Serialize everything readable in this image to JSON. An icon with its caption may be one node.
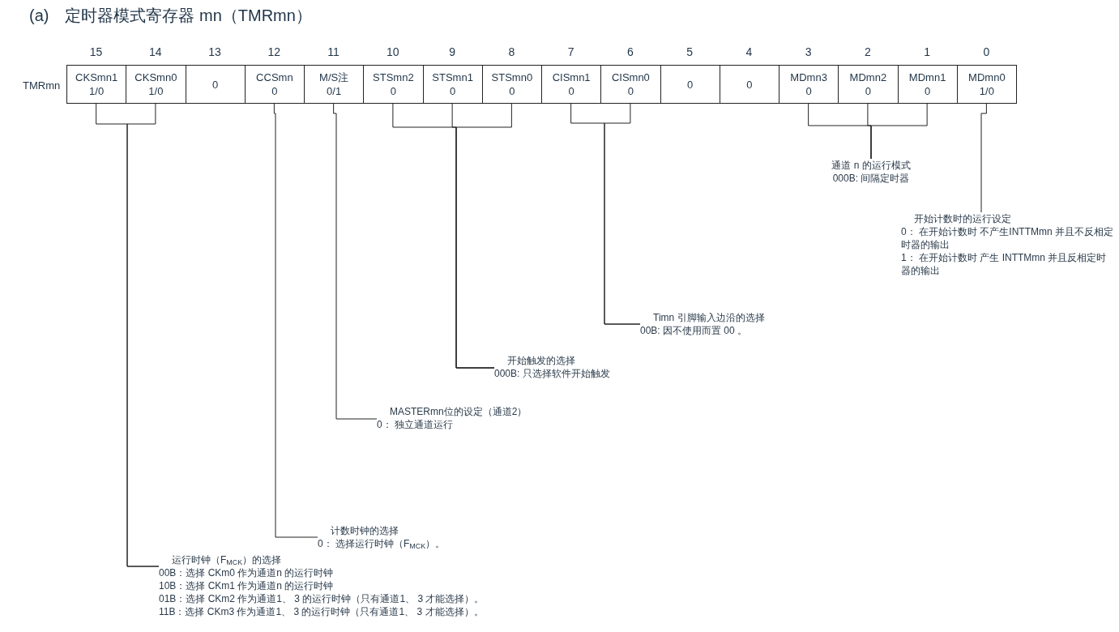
{
  "diagram": {
    "title": "(a)　定时器模式寄存器 mn（TMRmn）",
    "nodes": [
      {
        "text": [
          "CKSmn1",
          "1/0"
        ],
        "beside": [
          "15"
        ]
      },
      {
        "text": [
          "CKSmn0",
          "1/0"
        ],
        "beside": [
          "14"
        ]
      },
      {
        "text": [
          "0"
        ],
        "beside": [
          "13"
        ]
      },
      {
        "text": [
          "CCSmn",
          "0"
        ],
        "beside": [
          "12"
        ]
      },
      {
        "text": [
          "M/S注",
          "0/1"
        ],
        "beside": [
          "11"
        ]
      },
      {
        "text": [
          "STSmn2",
          "0"
        ],
        "beside": [
          "10"
        ]
      },
      {
        "text": [
          "STSmn1",
          "0"
        ],
        "beside": [
          "9"
        ]
      },
      {
        "text": [
          "STSmn0",
          "0"
        ],
        "beside": [
          "8"
        ]
      },
      {
        "text": [
          "CISmn1",
          "0"
        ],
        "beside": [
          "7"
        ]
      },
      {
        "text": [
          "CISmn0",
          "0"
        ],
        "beside": [
          "6"
        ]
      },
      {
        "text": [
          "0"
        ],
        "beside": [
          "5"
        ]
      },
      {
        "text": [
          "0"
        ],
        "beside": [
          "4"
        ]
      },
      {
        "text": [
          "MDmn3",
          "0"
        ],
        "beside": [
          "3"
        ]
      },
      {
        "text": [
          "MDmn2",
          "0"
        ],
        "beside": [
          "2"
        ]
      },
      {
        "text": [
          "MDmn1",
          "0"
        ],
        "beside": [
          "1"
        ]
      },
      {
        "text": [
          "MDmn0",
          "1/0"
        ],
        "beside": [
          "0"
        ]
      },
      {
        "text": [
          "通道 n 的运行模式",
          "000B: 间隔定时器"
        ]
      },
      {
        "text": [
          "开始计数时的运行设定",
          "0： 在开始计数时 不产生INTTMmn 并且不反相定时器的输出",
          "1： 在开始计数时 产生 INTTMmn 并且反相定时器的输出"
        ]
      },
      {
        "text": [
          "Timn 引脚输入边沿的选择",
          "00B: 因不使用而置 00 。"
        ]
      },
      {
        "text": [
          "开始触发的选择",
          "000B: 只选择软件开始触发"
        ]
      },
      {
        "text": [
          "MASTERmn位的设定（通道2）",
          "0： 独立通道运行"
        ]
      },
      {
        "text": [
          "计数时钟的选择",
          "0： 选择运行时钟（F$_{MCK}$）。"
        ]
      },
      {
        "text": [
          "运行时钟（F$_{MCK}$）的选择",
          "00B：选择 CKm0 作为通道n 的运行时钟",
          "10B：选择 CKm1 作为通道n 的运行时钟",
          "01B：选择 CKm2 作为通道1、 3 的运行时钟（只有通道1、 3 才能选择）。",
          "11B：选择 CKm3 作为通道1、 3 的运行时钟（只有通道1、 3 才能选择）。"
        ]
      }
    ],
    "edges": [
      {
        "from": 0,
        "to": 22,
        "arrow": "none"
      },
      {
        "from": 1,
        "to": 22,
        "arrow": "none"
      },
      {
        "from": 3,
        "to": 21,
        "arrow": "none"
      },
      {
        "from": 4,
        "to": 20,
        "arrow": "none"
      },
      {
        "from": 5,
        "to": 19,
        "arrow": "none"
      },
      {
        "from": 6,
        "to": 19,
        "arrow": "none"
      },
      {
        "from": 7,
        "to": 19,
        "arrow": "none"
      },
      {
        "from": 8,
        "to": 18,
        "arrow": "none"
      },
      {
        "from": 9,
        "to": 18,
        "arrow": "none"
      },
      {
        "from": 12,
        "to": 16,
        "arrow": "none"
      },
      {
        "from": 13,
        "to": 16,
        "arrow": "none"
      },
      {
        "from": 14,
        "to": 16,
        "arrow": "none"
      },
      {
        "from": 15,
        "to": 17,
        "arrow": "none"
      }
    ],
    "labels": [
      "TMRmn"
    ]
  }
}
